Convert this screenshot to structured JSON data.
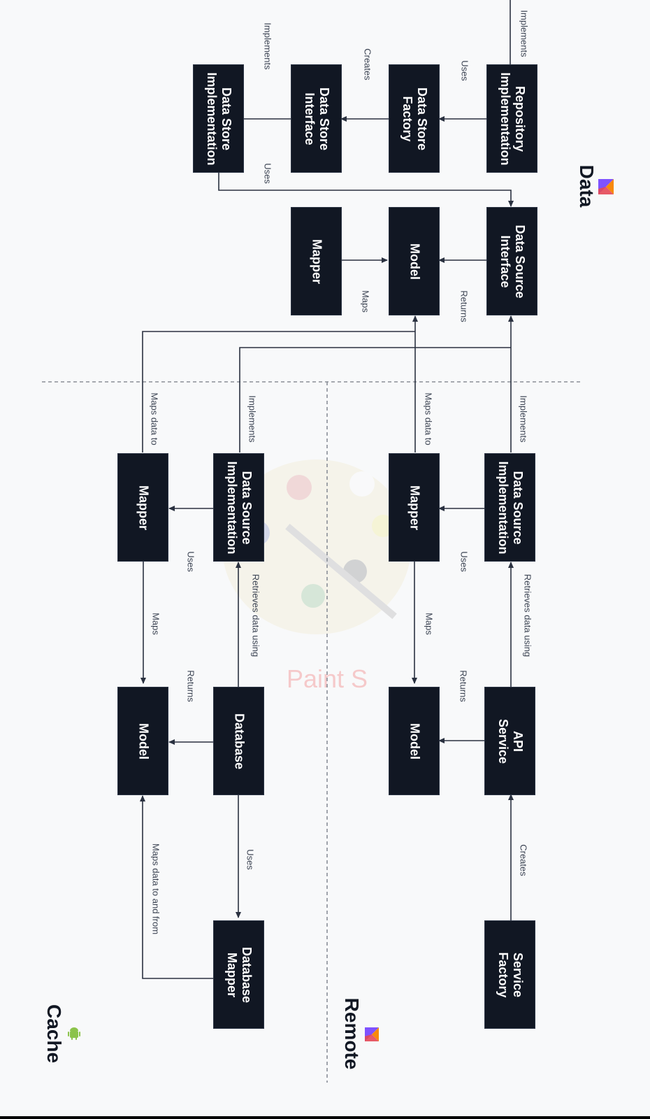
{
  "sections": {
    "data": "Data",
    "remote": "Remote",
    "cache": "Cache"
  },
  "boxes": {
    "repository_impl": "Repository\nImplementation",
    "data_store_factory": "Data Store\nFactory",
    "data_store_interface": "Data Store\nInterface",
    "data_store_impl": "Data Store\nImplementation",
    "data_source_interface": "Data Source\nInterface",
    "data_model": "Model",
    "data_mapper": "Mapper",
    "remote_ds_impl": "Data Source\nImplementation",
    "remote_mapper": "Mapper",
    "api_service": "API\nService",
    "remote_model": "Model",
    "service_factory": "Service\nFactory",
    "cache_ds_impl": "Data Source\nImplementation",
    "cache_mapper": "Mapper",
    "database": "Database",
    "cache_model": "Model",
    "database_mapper": "Database\nMapper"
  },
  "labels": {
    "repo_implements": "Implements",
    "repo_uses": "Uses",
    "factory_creates": "Creates",
    "store_implements": "Implements",
    "store_uses": "Uses",
    "ds_returns": "Returns",
    "mapper_maps": "Maps",
    "remote_implements": "Implements",
    "remote_maps_data_to": "Maps data to",
    "cache_implements": "Implements",
    "cache_maps_data_to": "Maps data to",
    "remote_uses": "Uses",
    "remote_retrieves": "Retrieves data using",
    "remote_maps": "Maps",
    "remote_returns": "Returns",
    "remote_creates": "Creates",
    "cache_uses": "Uses",
    "cache_retrieves": "Retrieves data using",
    "cache_maps": "Maps",
    "cache_returns": "Returns",
    "db_uses": "Uses",
    "maps_to_and_from": "Maps data to and from"
  },
  "watermark": "Paint S",
  "colors": {
    "box_fill": "#111723",
    "box_text": "#ffffff",
    "line": "#2a3140",
    "background": "#f8f9fa",
    "android_green": "#8bc34a"
  },
  "icons": {
    "data": "kotlin-icon",
    "remote": "kotlin-icon",
    "cache": "android-icon"
  }
}
